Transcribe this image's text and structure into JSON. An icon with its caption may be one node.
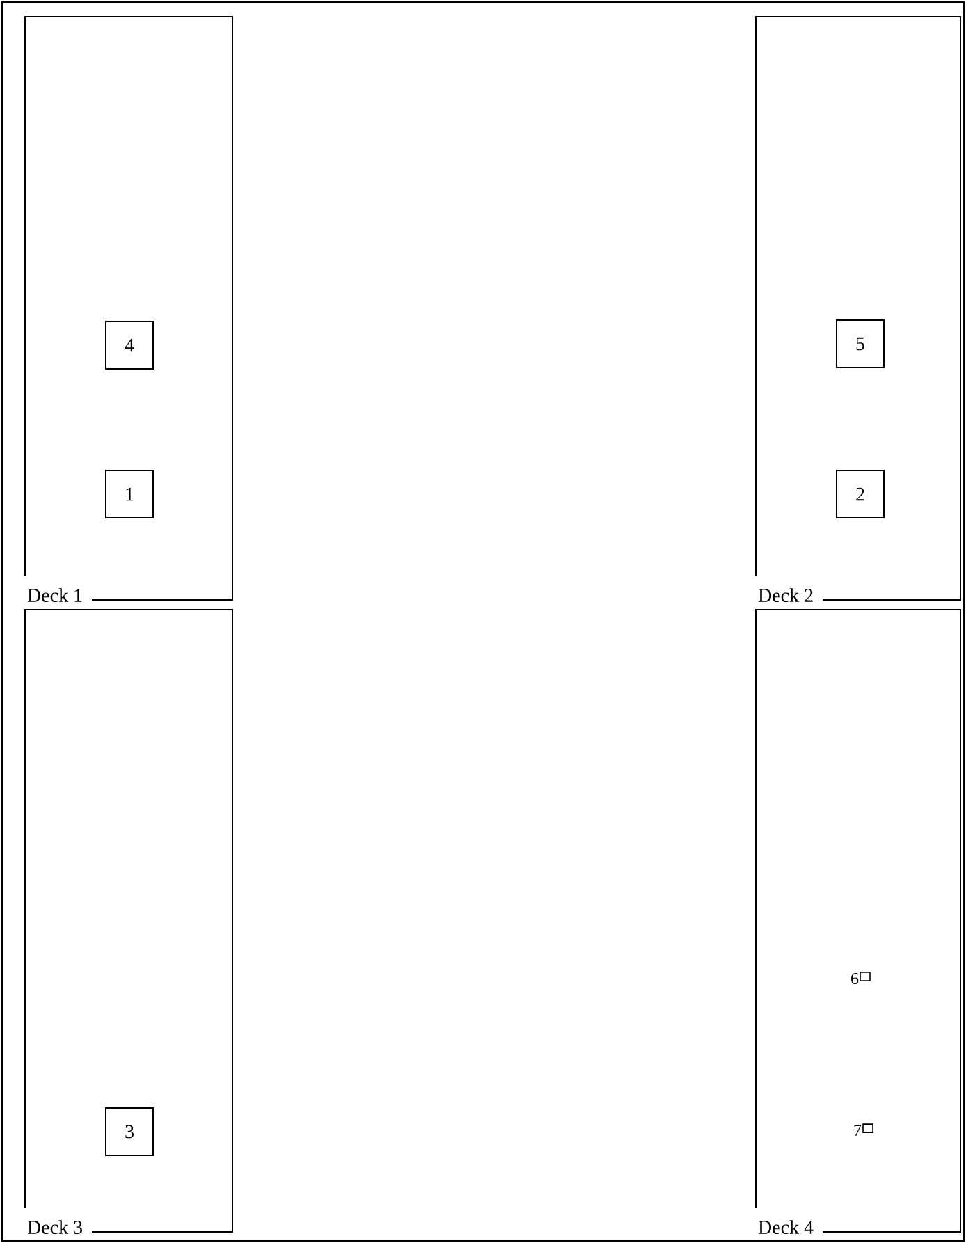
{
  "diagram": {
    "nodes": [
      {
        "text": [
          "Deck 1"
        ]
      },
      {
        "text": [
          "4"
        ],
        "in": 0
      },
      {
        "text": [
          "1"
        ],
        "in": 0
      },
      {
        "text": [
          "Deck 2"
        ]
      },
      {
        "text": [
          "5"
        ],
        "in": 3
      },
      {
        "text": [
          "2"
        ],
        "in": 3
      },
      {
        "text": [
          "Deck 3"
        ]
      },
      {
        "text": [
          "3"
        ],
        "in": 6
      },
      {
        "text": [
          "Deck 4"
        ]
      },
      {
        "text": [
          "6"
        ],
        "in": 8
      },
      {
        "text": [
          "7"
        ],
        "in": 8
      }
    ]
  }
}
